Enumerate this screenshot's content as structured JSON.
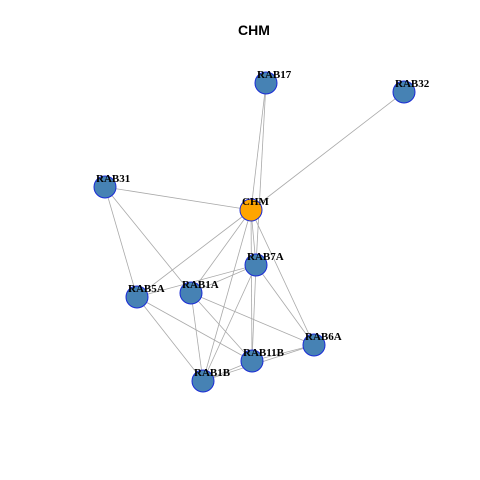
{
  "title": "CHM",
  "colors": {
    "node_default": "#4682b4",
    "node_center": "#ffa500",
    "node_border": "#1a2bd6",
    "edge": "#a9a9a9"
  },
  "nodes": [
    {
      "id": "CHM",
      "label": "CHM",
      "center": true
    },
    {
      "id": "RAB17",
      "label": "RAB17",
      "center": false
    },
    {
      "id": "RAB32",
      "label": "RAB32",
      "center": false
    },
    {
      "id": "RAB31",
      "label": "RAB31",
      "center": false
    },
    {
      "id": "RAB7A",
      "label": "RAB7A",
      "center": false
    },
    {
      "id": "RAB5A",
      "label": "RAB5A",
      "center": false
    },
    {
      "id": "RAB1A",
      "label": "RAB1A",
      "center": false
    },
    {
      "id": "RAB6A",
      "label": "RAB6A",
      "center": false
    },
    {
      "id": "RAB11B",
      "label": "RAB11B",
      "center": false
    },
    {
      "id": "RAB1B",
      "label": "RAB1B",
      "center": false
    }
  ],
  "edges": [
    [
      "CHM",
      "RAB17"
    ],
    [
      "CHM",
      "RAB32"
    ],
    [
      "CHM",
      "RAB31"
    ],
    [
      "CHM",
      "RAB7A"
    ],
    [
      "CHM",
      "RAB5A"
    ],
    [
      "CHM",
      "RAB1A"
    ],
    [
      "CHM",
      "RAB6A"
    ],
    [
      "CHM",
      "RAB11B"
    ],
    [
      "CHM",
      "RAB1B"
    ],
    [
      "RAB17",
      "RAB7A"
    ],
    [
      "RAB31",
      "RAB5A"
    ],
    [
      "RAB31",
      "RAB1A"
    ],
    [
      "RAB7A",
      "RAB5A"
    ],
    [
      "RAB7A",
      "RAB1A"
    ],
    [
      "RAB7A",
      "RAB6A"
    ],
    [
      "RAB7A",
      "RAB11B"
    ],
    [
      "RAB7A",
      "RAB1B"
    ],
    [
      "RAB5A",
      "RAB1B"
    ],
    [
      "RAB5A",
      "RAB11B"
    ],
    [
      "RAB1A",
      "RAB6A"
    ],
    [
      "RAB1A",
      "RAB1B"
    ],
    [
      "RAB1A",
      "RAB11B"
    ],
    [
      "RAB6A",
      "RAB11B"
    ],
    [
      "RAB6A",
      "RAB1B"
    ],
    [
      "RAB11B",
      "RAB1B"
    ]
  ]
}
